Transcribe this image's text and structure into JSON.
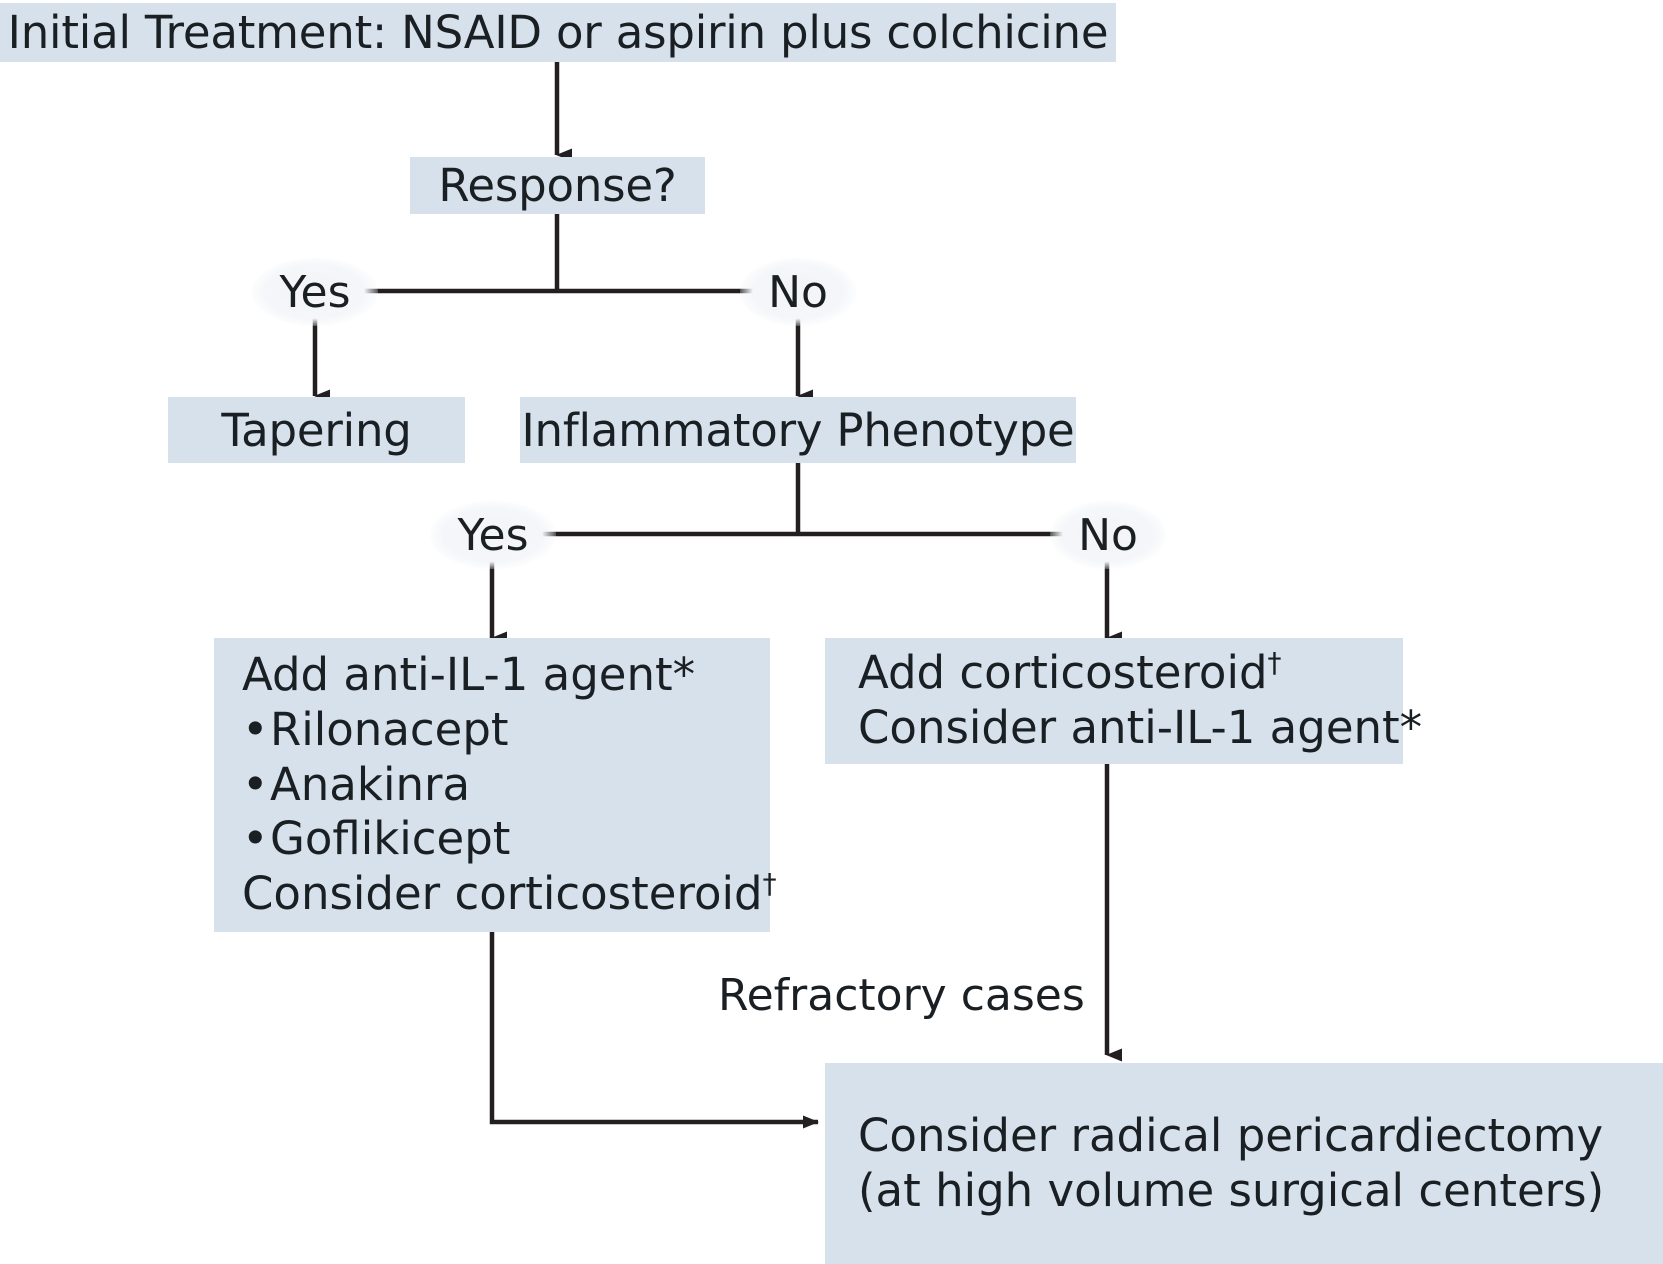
{
  "diagram": {
    "title": "Initial Treatment: NSAID or aspirin plus colchicine",
    "colors": {
      "node_fill": "#d7e1ec",
      "text": "#1a1f23",
      "connector": "#231f20",
      "background": "#ffffff",
      "label_halo": "#f2f4f7"
    },
    "nodes": {
      "initial_treatment": {
        "label": "Initial Treatment: NSAID or aspirin plus colchicine"
      },
      "response": {
        "label": "Response?"
      },
      "tapering": {
        "label": "Tapering"
      },
      "inflammatory_phenotype": {
        "label": "Inflammatory Phenotype"
      },
      "anti_il1": {
        "heading": "Add anti-IL-1 agent*",
        "bullets": [
          "Rilonacept",
          "Anakinra",
          "Goflikicept"
        ],
        "footer_text": "Consider corticosteroid",
        "footer_marker": "†"
      },
      "corticosteroid": {
        "line1_text": "Add corticosteroid",
        "line1_marker": "†",
        "line2": "Consider anti-IL-1 agent*"
      },
      "pericardiectomy": {
        "line1": "Consider radical pericardiectomy",
        "line2": "(at high volume surgical centers)"
      }
    },
    "edge_labels": {
      "response_yes": "Yes",
      "response_no": "No",
      "phenotype_yes": "Yes",
      "phenotype_no": "No",
      "refractory": "Refractory cases"
    }
  }
}
